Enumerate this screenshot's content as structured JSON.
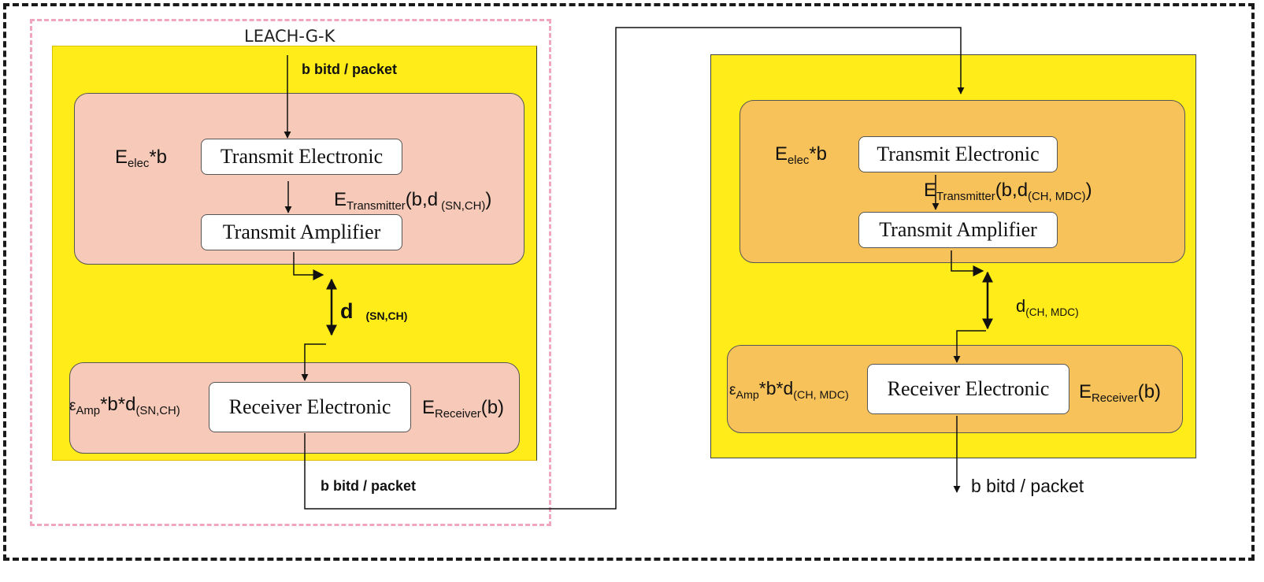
{
  "left": {
    "title": "LEACH-G-K",
    "input_label": "b bitd / packet",
    "output_label": "b bitd / packet",
    "elec_label": {
      "main": "E",
      "sub": "elec",
      "tail": "*b"
    },
    "transmit_electronic": "Transmit Electronic",
    "transmit_amplifier": "Transmit Amplifier",
    "transmitter_energy": {
      "main": "E",
      "sub": "Transmitter",
      "tail": "(b,d",
      "sub2": " (SN,CH)",
      "close": ")"
    },
    "distance": {
      "main": "d",
      "sub": "(SN,CH)"
    },
    "amp_label": {
      "eps": "ε",
      "sub": "Amp",
      "tail": "*b*d",
      "sub2": "(SN,CH)"
    },
    "receiver_electronic": "Receiver Electronic",
    "receiver_energy": {
      "main": "E",
      "sub": "Receiver",
      "tail": "(b)"
    }
  },
  "right": {
    "elec_label": {
      "main": "E",
      "sub": "elec",
      "tail": "*b"
    },
    "transmit_electronic": "Transmit Electronic",
    "transmit_amplifier": "Transmit Amplifier",
    "transmitter_energy": {
      "main": "E",
      "sub": "Transmitter",
      "tail": "(b,d",
      "sub2": "(CH, MDC)",
      "close": ")"
    },
    "distance": {
      "main": "d",
      "sub": "(CH, MDC)"
    },
    "amp_label": {
      "eps": "ε",
      "sub": "Amp",
      "tail": "*b*d",
      "sub2": "(CH, MDC)"
    },
    "receiver_electronic": "Receiver Electronic",
    "receiver_energy": {
      "main": "E",
      "sub": "Receiver",
      "tail": "(b)"
    },
    "output_label": "b bitd / packet"
  },
  "colors": {
    "yellow": "#ffec18",
    "pink_box": "#f6c9b8",
    "orange_box": "#f8c25a",
    "pink_frame": "#f0a7bd",
    "frame": "#1a1a1a"
  }
}
